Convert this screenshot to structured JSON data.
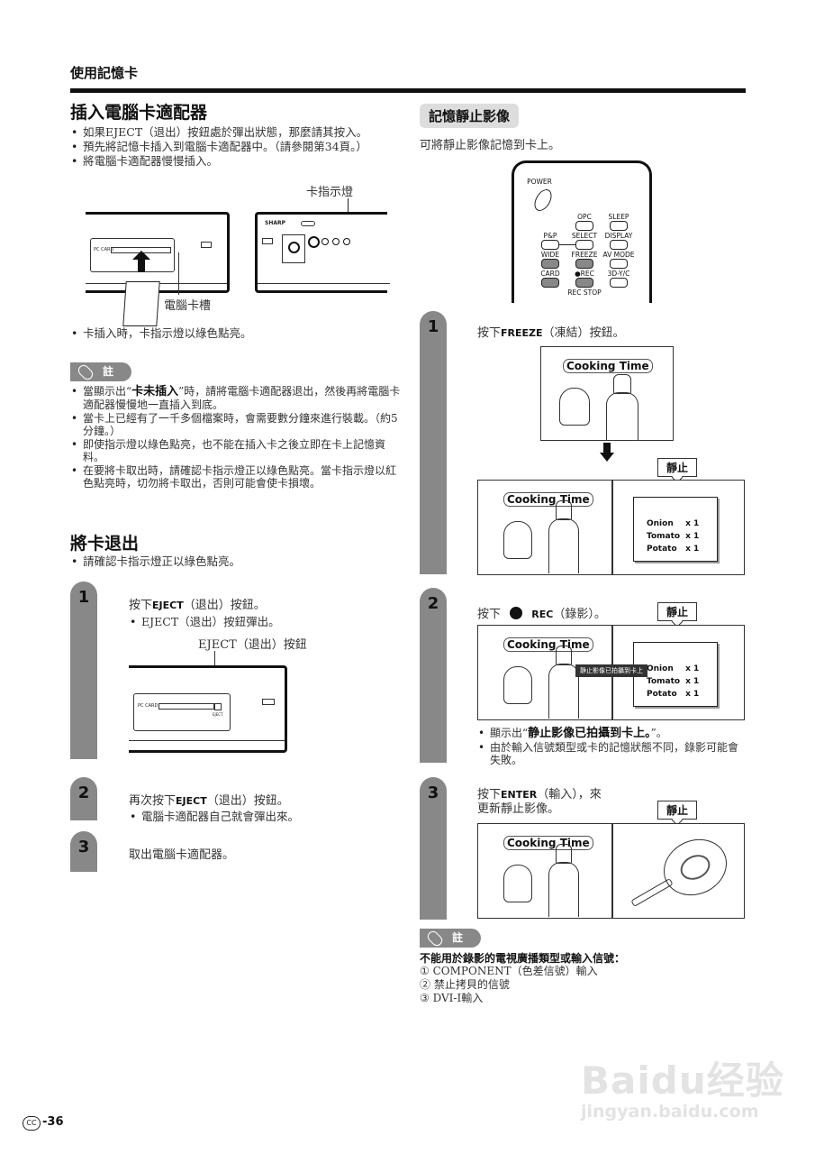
{
  "header": {
    "section_label": "使用記憶卡"
  },
  "insert_section": {
    "title": "插入電腦卡適配器",
    "bullets": [
      "如果EJECT（退出）按鈕處於彈出狀態，那麼請其按入。",
      "預先將記憶卡插入到電腦卡適配器中。（請參閱第34頁。）",
      "將電腦卡適配器慢慢插入。"
    ],
    "figure": {
      "callout_indicator": "卡指示燈",
      "callout_slot": "電腦卡槽",
      "pc_card_label": "PC CARD",
      "eject_label": "EJECT",
      "brand": "SHARP",
      "power_label": "POWER"
    },
    "after_bullet": "卡插入時，卡指示燈以綠色點亮。"
  },
  "note1": {
    "tag": "註",
    "bullets": [
      {
        "pre": "當顯示出“",
        "bold": "卡未插入",
        "post": "”時，請將電腦卡適配器退出，然後再將電腦卡適配器慢慢地一直插入到底。"
      },
      {
        "pre": "當卡上已經有了一千多個檔案時，會需要數分鐘來進行裝載。（約5分鐘。）",
        "bold": "",
        "post": ""
      },
      {
        "pre": "即使指示燈以綠色點亮，也不能在插入卡之後立即在卡上記憶資料。",
        "bold": "",
        "post": ""
      },
      {
        "pre": "在要將卡取出時，請確認卡指示燈正以綠色點亮。當卡指示燈以紅色點亮時，切勿將卡取出，否則可能會使卡損壞。",
        "bold": "",
        "post": ""
      }
    ]
  },
  "eject_section": {
    "title": "將卡退出",
    "bullet": "請確認卡指示燈正以綠色點亮。",
    "steps": [
      {
        "num": "1",
        "pre": "按下",
        "key": "EJECT",
        "post": "（退出）按鈕。",
        "sub": "EJECT（退出）按鈕彈出。",
        "callout": "EJECT（退出）按鈕"
      },
      {
        "num": "2",
        "pre": "再次按下",
        "key": "EJECT",
        "post": "（退出）按鈕。",
        "sub": "電腦卡適配器自己就會彈出來。"
      },
      {
        "num": "3",
        "pre": "取出電腦卡適配器。",
        "key": "",
        "post": ""
      }
    ]
  },
  "still_section": {
    "title": "記憶靜止影像",
    "subtitle": "可將靜止影像記憶到卡上。",
    "remote": {
      "power": "POWER",
      "buttons": [
        "OPC",
        "SLEEP",
        "P&P",
        "SELECT",
        "DISPLAY",
        "WIDE",
        "FREEZE",
        "AV MODE",
        "CARD",
        "●REC",
        "3D-Y/C"
      ],
      "rec_stop": "REC STOP"
    },
    "steps": [
      {
        "num": "1",
        "pre": "按下",
        "key": "FREEZE",
        "post": "（凍結）按鈕。"
      },
      {
        "num": "2",
        "pre": "按下",
        "key": "REC",
        "post": "（錄影）。"
      },
      {
        "num": "3",
        "pre": "按下",
        "key": "ENTER",
        "post": "（輸入），來",
        "line2": "更新靜止影像。"
      }
    ],
    "screen_title": "Cooking Time",
    "still_label": "靜止",
    "ingredients": [
      {
        "name": "Onion",
        "qty": "x 1"
      },
      {
        "name": "Tomato",
        "qty": "x 1"
      },
      {
        "name": "Potato",
        "qty": "x 1"
      }
    ],
    "osd_message": "静止影像已拍攝到卡上",
    "step2_bullets": [
      {
        "pre": "顯示出“",
        "bold": "静止影像已拍攝到卡上。",
        "post": "”。"
      },
      {
        "pre": "由於輸入信號類型或卡的記憶狀態不同，錄影可能會失敗。",
        "bold": "",
        "post": ""
      }
    ]
  },
  "note2": {
    "tag": "註",
    "heading": "不能用於錄影的電視廣播類型或輸入信號：",
    "items": [
      {
        "num": "①",
        "text": "COMPONENT（色差信號）輸入"
      },
      {
        "num": "②",
        "text": "禁止拷貝的信號"
      },
      {
        "num": "③",
        "text": "DVI-I輸入"
      }
    ]
  },
  "footer": {
    "page_badge": "CC",
    "page_number": "-36"
  },
  "watermark": {
    "brand": "Baidu经验",
    "url": "jingyan.baidu.com"
  }
}
